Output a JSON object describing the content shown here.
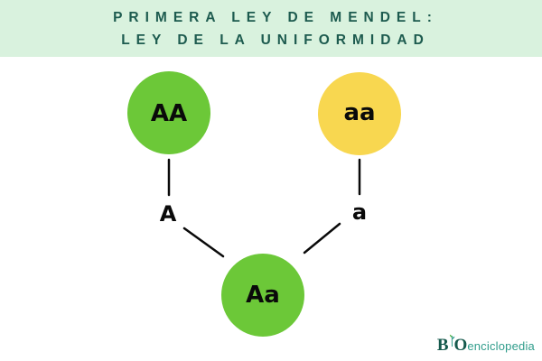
{
  "header": {
    "line1": "PRIMERA LEY DE MENDEL:",
    "line2": "LEY DE LA UNIFORMIDAD"
  },
  "diagram": {
    "parent1_label": "AA",
    "parent2_label": "aa",
    "gamete_left": "A",
    "gamete_right": "a",
    "offspring_label": "Aa",
    "colors": {
      "dominant": "#6cc838",
      "recessive": "#f8d750",
      "line": "#0a0a0a"
    }
  },
  "logo": {
    "prefix": "B",
    "middle": "O",
    "suffix": "enciclopedia",
    "icon": "sprout-icon",
    "colors": {
      "dark": "#15594c",
      "light": "#2f9c8b"
    }
  }
}
